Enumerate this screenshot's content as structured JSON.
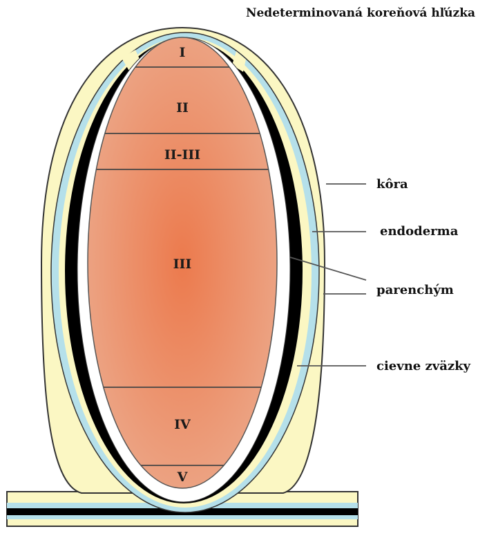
{
  "title": "Nedeterminovaná koreňová hľúzka",
  "zones": [
    "I",
    "II",
    "II-III",
    "III",
    "IV",
    "V"
  ],
  "labels": {
    "cortex": "kôra",
    "endodermis": "endoderma",
    "parenchyma": "parenchým",
    "vascular": "cievne zväzky"
  },
  "colors": {
    "cortex": "#fbf7c3",
    "endodermis": "#b5e0ea",
    "vascular": "#000000",
    "parenchyma": "#ffffff",
    "center_core": "#ec7a4d",
    "edge_core": "#ecaa8c",
    "outline": "#333333"
  }
}
